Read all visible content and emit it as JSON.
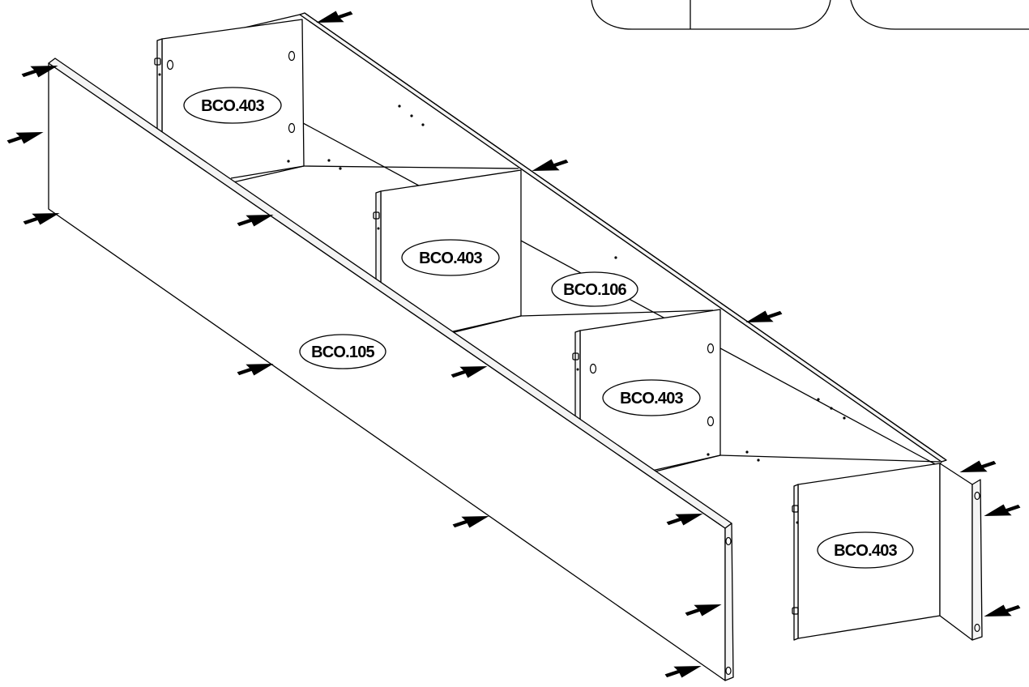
{
  "diagram": {
    "labels": {
      "back_panel": "BCO.106",
      "front_panel": "BCO.105",
      "partition_1": "BCO.403",
      "partition_2": "BCO.403",
      "partition_3": "BCO.403",
      "end_panel": "BCO.403"
    }
  }
}
